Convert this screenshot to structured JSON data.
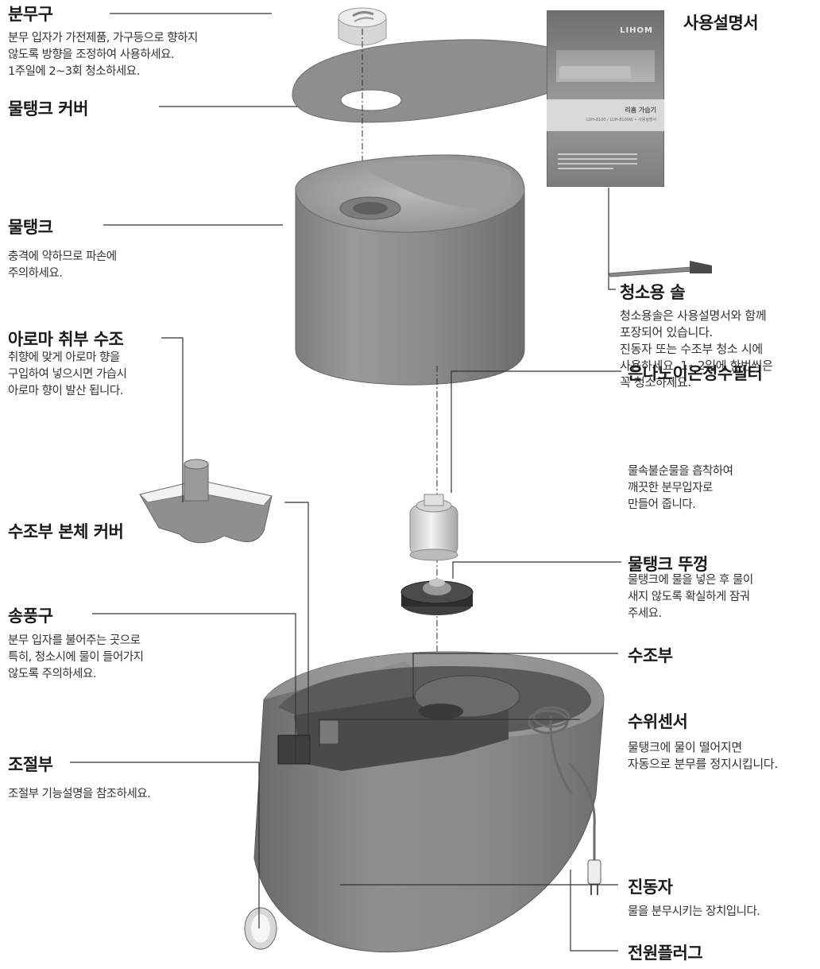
{
  "labels": {
    "nozzle": {
      "title": "분무구",
      "desc": "분무 입자가 가전제품, 가구등으로 향하지\n않도록 방향을 조정하여 사용하세요.\n1주일에 2~3회 청소하세요."
    },
    "tank_cover": {
      "title": "물탱크 커버"
    },
    "tank": {
      "title": "물탱크",
      "desc": "충격에 약하므로 파손에\n주의하세요."
    },
    "aroma": {
      "title": "아로마 취부 수조",
      "desc": "취향에 맞게 아로마 향을\n구입하여 넣으시면 가습시\n아로마 향이 발산 됩니다."
    },
    "body_cover": {
      "title": "수조부 본체 커버"
    },
    "blower": {
      "title": "송풍구",
      "desc": "분무 입자를 불어주는 곳으로\n특히, 청소시에 물이 들어가지\n않도록 주의하세요."
    },
    "control": {
      "title": "조절부",
      "desc": "조절부 기능설명을 참조하세요."
    },
    "manual": {
      "title": "사용설명서"
    },
    "brush": {
      "title": "청소용 솔",
      "desc": "청소용솔은 사용설명서와 함께\n포장되어 있습니다.\n진동자 또는 수조부 청소 시에\n사용하세요. 1~2일에 한번씩은\n꼭 청소하세요."
    },
    "filter": {
      "title": "은나노이온정수필터",
      "desc": "물속불순물을 흡착하여\n깨끗한 분무입자로\n만들어 줍니다."
    },
    "cap": {
      "title": "물탱크 뚜껑",
      "desc": "물탱크에 물을 넣은 후 물이\n새지 않도록 확실하게 잠궈\n주세요."
    },
    "reservoir": {
      "title": "수조부"
    },
    "sensor": {
      "title": "수위센서",
      "desc": "물탱크에 물이 떨어지면\n자동으로 분무를 정지시킵니다."
    },
    "vibrator": {
      "title": "진동자",
      "desc": "물을 분무시키는 장치입니다."
    },
    "plug": {
      "title": "전원플러그"
    }
  },
  "manual_cover": {
    "logo": "LIHOM",
    "product": "리홈 가습기",
    "model": "LUH-8100 / LUH-8100W • 사용설명서"
  },
  "colors": {
    "body": "#8a8a8a",
    "line": "#333333"
  }
}
